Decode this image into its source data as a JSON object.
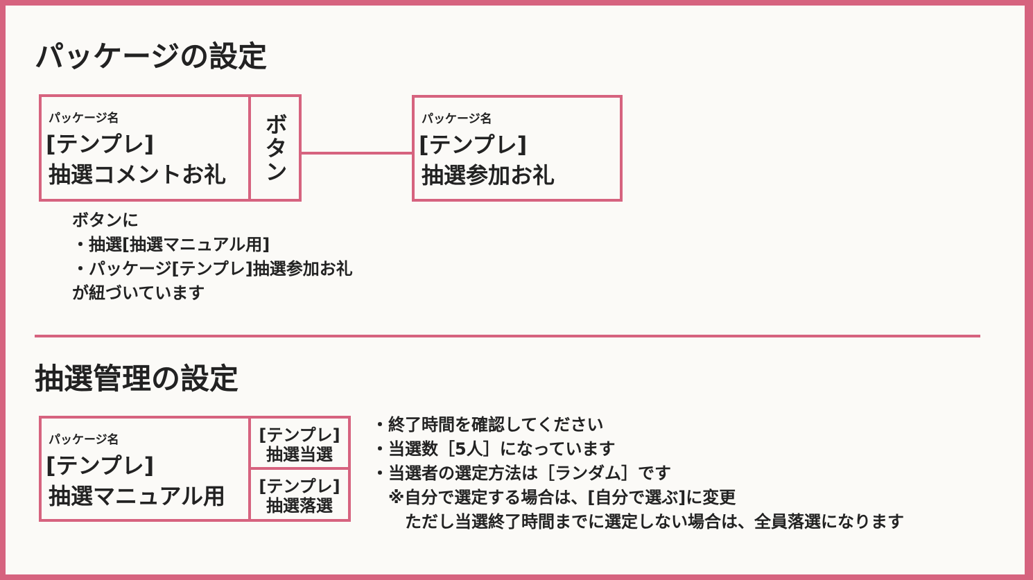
{
  "colors": {
    "accent": "#d6637f",
    "background": "#fbfaf7"
  },
  "section1": {
    "title": "パッケージの設定",
    "left_box": {
      "label": "パッケージ名",
      "line1": "[テンプレ]",
      "line2": "抽選コメントお礼"
    },
    "button_label": "ボタン",
    "right_box": {
      "label": "パッケージ名",
      "line1": "[テンプレ]",
      "line2": "抽選参加お礼"
    },
    "notes": [
      "ボタンに",
      "・抽選[抽選マニュアル用]",
      "・パッケージ[テンプレ]抽選参加お礼",
      "が紐づいています"
    ]
  },
  "section2": {
    "title": "抽選管理の設定",
    "box": {
      "label": "パッケージ名",
      "line1": "[テンプレ]",
      "line2": "抽選マニュアル用"
    },
    "buttons": [
      {
        "line1": "[テンプレ]",
        "line2": "抽選当選"
      },
      {
        "line1": "[テンプレ]",
        "line2": "抽選落選"
      }
    ],
    "notes": [
      "・終了時間を確認してください",
      "・当選数［5人］になっています",
      "・当選者の選定方法は［ランダム］です",
      "　※自分で選定する場合は、[自分で選ぶ]に変更",
      "　　ただし当選終了時間までに選定しない場合は、全員落選になります"
    ]
  }
}
